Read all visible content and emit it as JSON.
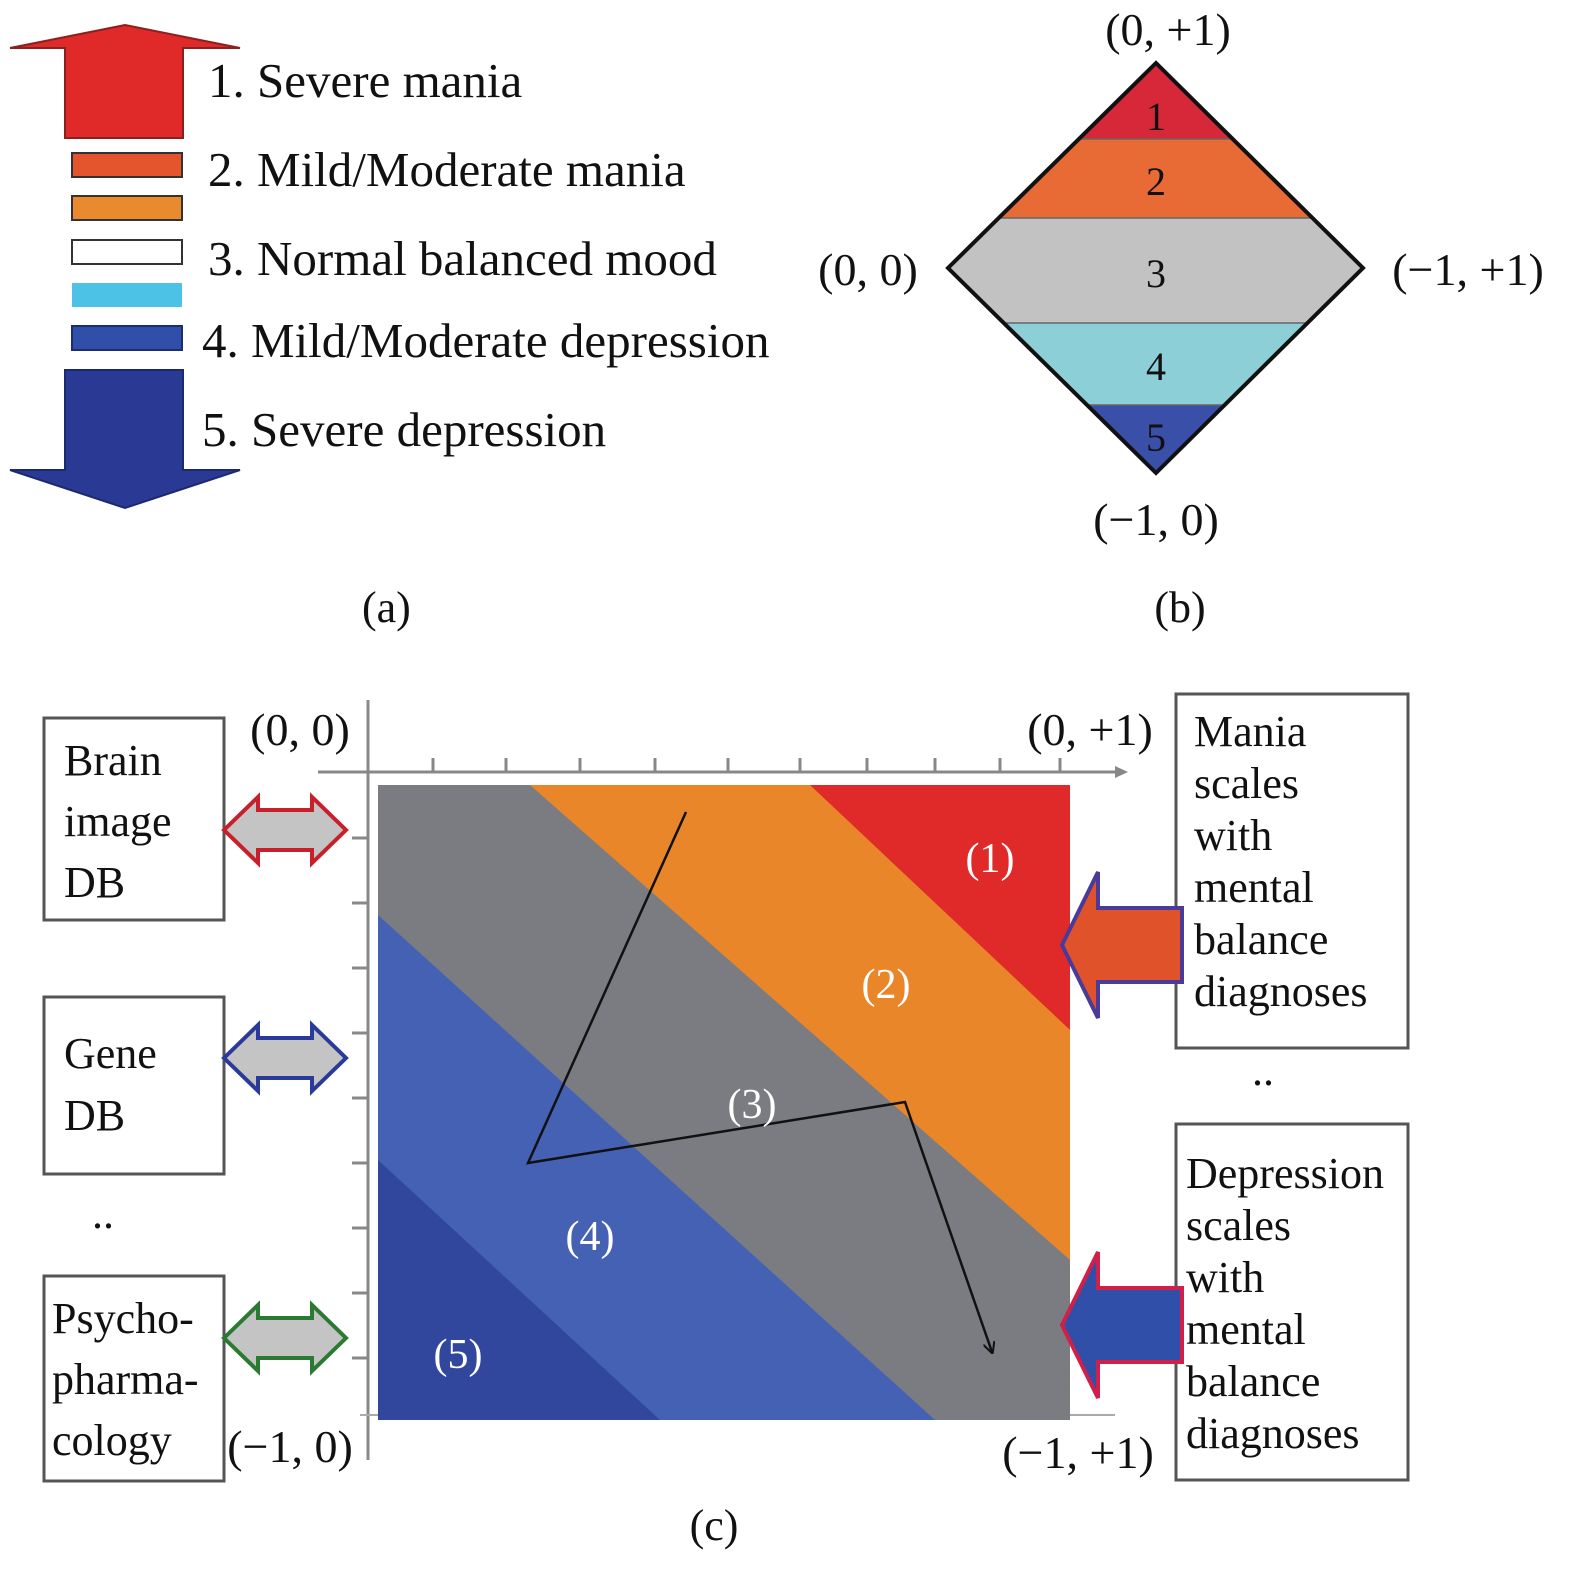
{
  "panel_a": {
    "caption": "(a)",
    "items": [
      {
        "label": "1. Severe mania",
        "color": "#e02a2a"
      },
      {
        "label": "2. Mild/Moderate mania",
        "color": "#e45a2a"
      },
      {
        "label": "3. Normal balanced mood",
        "color": "#ffffff"
      },
      {
        "label": "4. Mild/Moderate depression",
        "color": "#3e5ab0"
      },
      {
        "label": "5. Severe depression",
        "color": "#2a3a94"
      }
    ],
    "bar_colors": {
      "mania_arrow": "#e02a2a",
      "red_bar": "#e4552e",
      "orange_bar": "#e98a2e",
      "white_bar": "#ffffff",
      "cyan_bar": "#4cc3e6",
      "blue_bar": "#2f4fa8",
      "depression_arrow": "#2a3a94"
    }
  },
  "panel_b": {
    "caption": "(b)",
    "top": "(0, +1)",
    "left": "(0, 0)",
    "right": "(−1, +1)",
    "bottom": "(−1, 0)",
    "zones": [
      {
        "num": "1",
        "color": "#d7283a"
      },
      {
        "num": "2",
        "color": "#e86a35"
      },
      {
        "num": "3",
        "color": "#c2c2c2"
      },
      {
        "num": "4",
        "color": "#8dcfd6"
      },
      {
        "num": "5",
        "color": "#3a4fa8"
      }
    ]
  },
  "panel_c": {
    "caption": "(c)",
    "corner_tl": "(0, 0)",
    "corner_tr": "(0, +1)",
    "corner_bl": "(−1, 0)",
    "corner_br": "(−1, +1)",
    "zones": [
      {
        "label": "(1)",
        "color": "#e02a2a"
      },
      {
        "label": "(2)",
        "color": "#e9862a"
      },
      {
        "label": "(3)",
        "color": "#7a7c82"
      },
      {
        "label": "(4)",
        "color": "#4461b3"
      },
      {
        "label": "(5)",
        "color": "#31479e"
      }
    ],
    "left_boxes": [
      {
        "lines": [
          "Brain",
          "image",
          "DB"
        ],
        "arrow_outline": "#c8202a"
      },
      {
        "lines": [
          "Gene",
          "DB"
        ],
        "arrow_outline": "#2a3a9a"
      },
      {
        "lines": [
          "Psycho-",
          "pharma-",
          "cology"
        ],
        "arrow_outline": "#2a7a32"
      }
    ],
    "left_ellipsis": "..",
    "right_boxes": [
      {
        "lines": [
          "Mania",
          "scales",
          "with",
          "mental",
          "balance",
          "diagnoses"
        ],
        "arrow_fill": "#e0522a",
        "arrow_outline": "#4a3a9a"
      },
      {
        "lines": [
          "Depression",
          "scales",
          "with",
          "mental",
          "balance",
          "diagnoses"
        ],
        "arrow_fill": "#2f4fa8",
        "arrow_outline": "#d0204a"
      }
    ],
    "right_ellipsis": ".."
  }
}
